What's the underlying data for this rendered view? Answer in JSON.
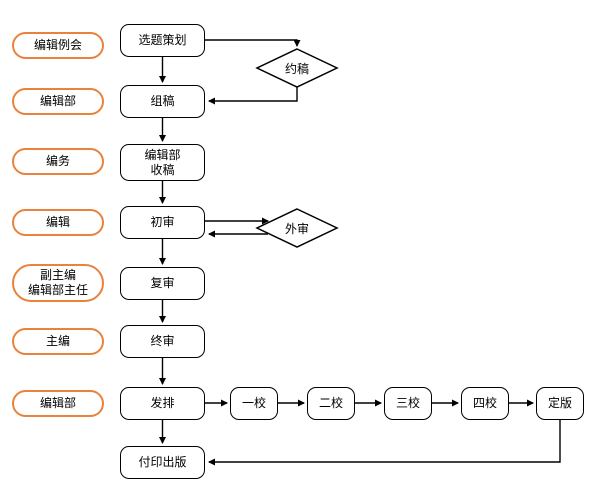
{
  "roles": [
    {
      "label": "编辑例会"
    },
    {
      "label": "编辑部"
    },
    {
      "label": "编务"
    },
    {
      "label": "编辑"
    },
    {
      "label": "副主编\n编辑部主任"
    },
    {
      "label": "主编"
    },
    {
      "label": "编辑部"
    }
  ],
  "steps": {
    "topic_planning": "选题策划",
    "solicit": "组稿",
    "receive": "编辑部\n收稿",
    "first_review": "初审",
    "second_review": "复审",
    "final_review": "终审",
    "typeset": "发排",
    "publish": "付印出版"
  },
  "decisions": {
    "commission": "约稿",
    "external_review": "外审"
  },
  "proofs": [
    {
      "label": "一校"
    },
    {
      "label": "二校"
    },
    {
      "label": "三校"
    },
    {
      "label": "四校"
    },
    {
      "label": "定版"
    }
  ],
  "colors": {
    "role_border": "#E8823C",
    "node_border": "#000000",
    "background": "#FFFFFF"
  }
}
